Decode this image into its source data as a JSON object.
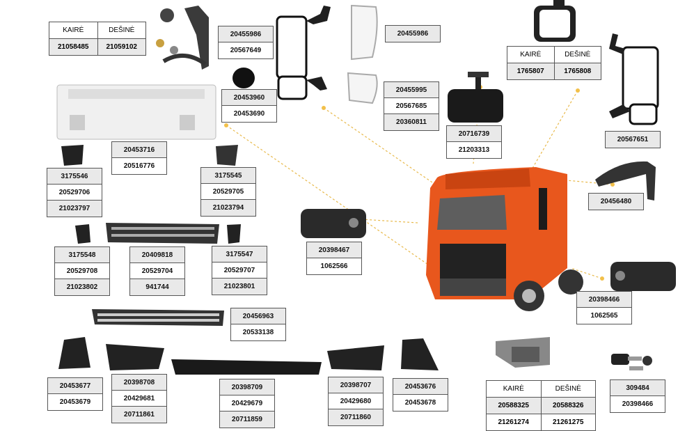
{
  "headers": {
    "left": "KAIRĖ",
    "right": "DEŠINĖ"
  },
  "t_top_left": {
    "left": "21058485",
    "right": "21059102"
  },
  "t_top_right": {
    "left": "1765807",
    "right": "1765808"
  },
  "t_bottom_right": {
    "rows": [
      [
        "20588325",
        "20588326"
      ],
      [
        "21261274",
        "21261275"
      ]
    ]
  },
  "labels": {
    "p1": [
      "20455986",
      "20567649"
    ],
    "p2": [
      "20453960",
      "20453690"
    ],
    "p3": [
      "20455986"
    ],
    "p4": [
      "20455995",
      "20567685",
      "20360811"
    ],
    "p5": [
      "20716739",
      "21203313"
    ],
    "p6": [
      "20567651"
    ],
    "p7": [
      "20456480"
    ],
    "p8": [
      "20453716",
      "20516776"
    ],
    "p9": [
      "3175546",
      "20529706",
      "21023797"
    ],
    "p10": [
      "3175545",
      "20529705",
      "21023794"
    ],
    "p11": [
      "20398467",
      "1062566"
    ],
    "p12": [
      "3175548",
      "20529708",
      "21023802"
    ],
    "p13": [
      "20409818",
      "20529704",
      "941744"
    ],
    "p14": [
      "3175547",
      "20529707",
      "21023801"
    ],
    "p15": [
      "20398466",
      "1062565"
    ],
    "p16": [
      "20456963",
      "20533138"
    ],
    "p17": [
      "20453677",
      "20453679"
    ],
    "p18": [
      "20398708",
      "20429681",
      "20711861"
    ],
    "p19": [
      "20398709",
      "20429679",
      "20711859"
    ],
    "p20": [
      "20398707",
      "20429680",
      "20711860"
    ],
    "p21": [
      "20453676",
      "20453678"
    ],
    "p22": [
      "309484",
      "20398466"
    ]
  }
}
